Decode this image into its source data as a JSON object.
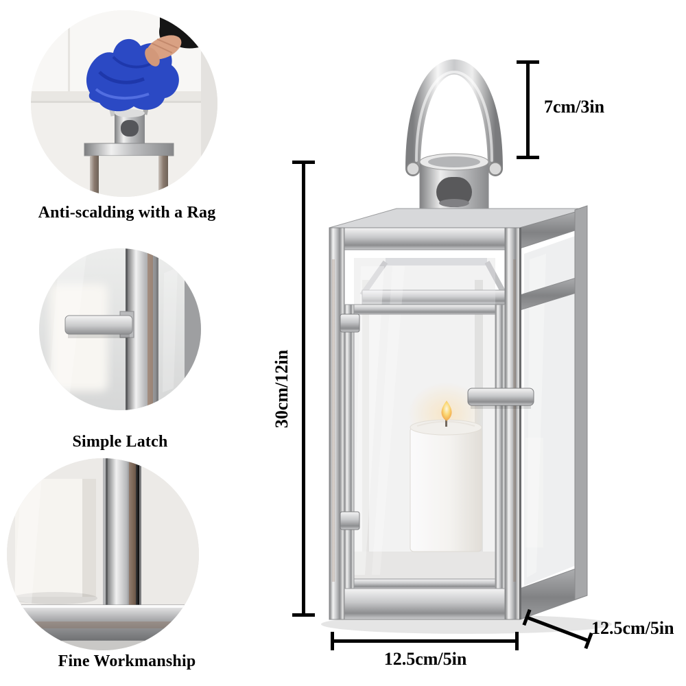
{
  "image_type": "product-dimension-diagram",
  "product": "stainless steel candle lantern",
  "features": [
    {
      "label": "Anti-scalding with a Rag"
    },
    {
      "label": "Simple Latch"
    },
    {
      "label": "Fine Workmanship"
    }
  ],
  "dimensions": {
    "handle_height": "7cm/3in",
    "body_height": "30cm/12in",
    "base_width": "12.5cm/5in",
    "base_depth": "12.5cm/5in"
  },
  "colors": {
    "annotation_line": "#000000",
    "label_text": "#000000",
    "rag_blue": "#2b49c4",
    "flame_orange": "#f59d1f",
    "steel_highlight": "#f4f4f4",
    "steel_shadow": "#6f7072",
    "background": "#ffffff"
  }
}
